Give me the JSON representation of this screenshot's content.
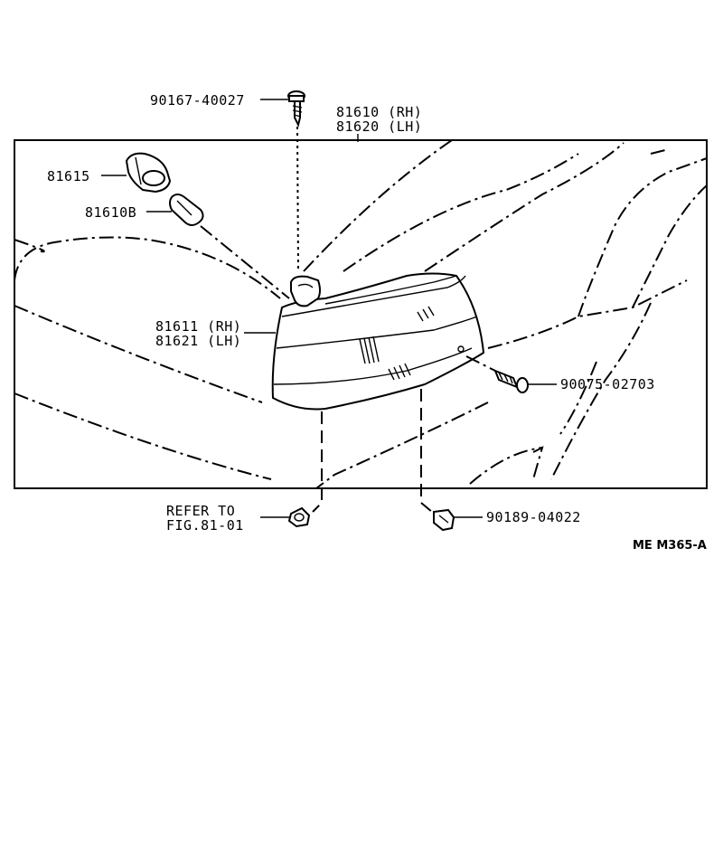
{
  "labels": {
    "screw_top": "90167-40027",
    "lamp_assy_rh": "81610 (RH)",
    "lamp_assy_lh": "81620 (LH)",
    "socket": "81615",
    "bulb": "81610B",
    "lens_rh": "81611 (RH)",
    "lens_lh": "81621 (LH)",
    "screw_right": "90075-02703",
    "refer_line1": "REFER TO",
    "refer_line2": "FIG.81-01",
    "clip": "90189-04022",
    "drawing_code": "ME  M365-A"
  }
}
